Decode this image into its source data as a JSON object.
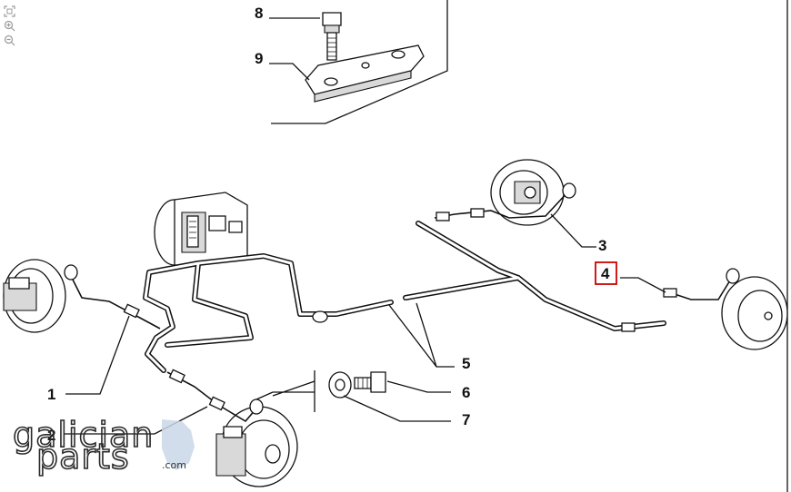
{
  "viewer": {
    "tools": [
      {
        "name": "fit-icon"
      },
      {
        "name": "zoom-in-icon"
      },
      {
        "name": "zoom-out-icon"
      }
    ]
  },
  "diagram": {
    "callouts": {
      "c1": "1",
      "c2": "2",
      "c3": "3",
      "c4": "4",
      "c5": "5",
      "c6": "6",
      "c7": "7",
      "c8": "8",
      "c9": "9"
    },
    "highlight_color": "#cc0000"
  },
  "watermark": {
    "line1": "galician",
    "line2": "parts",
    "domain": ".com"
  }
}
